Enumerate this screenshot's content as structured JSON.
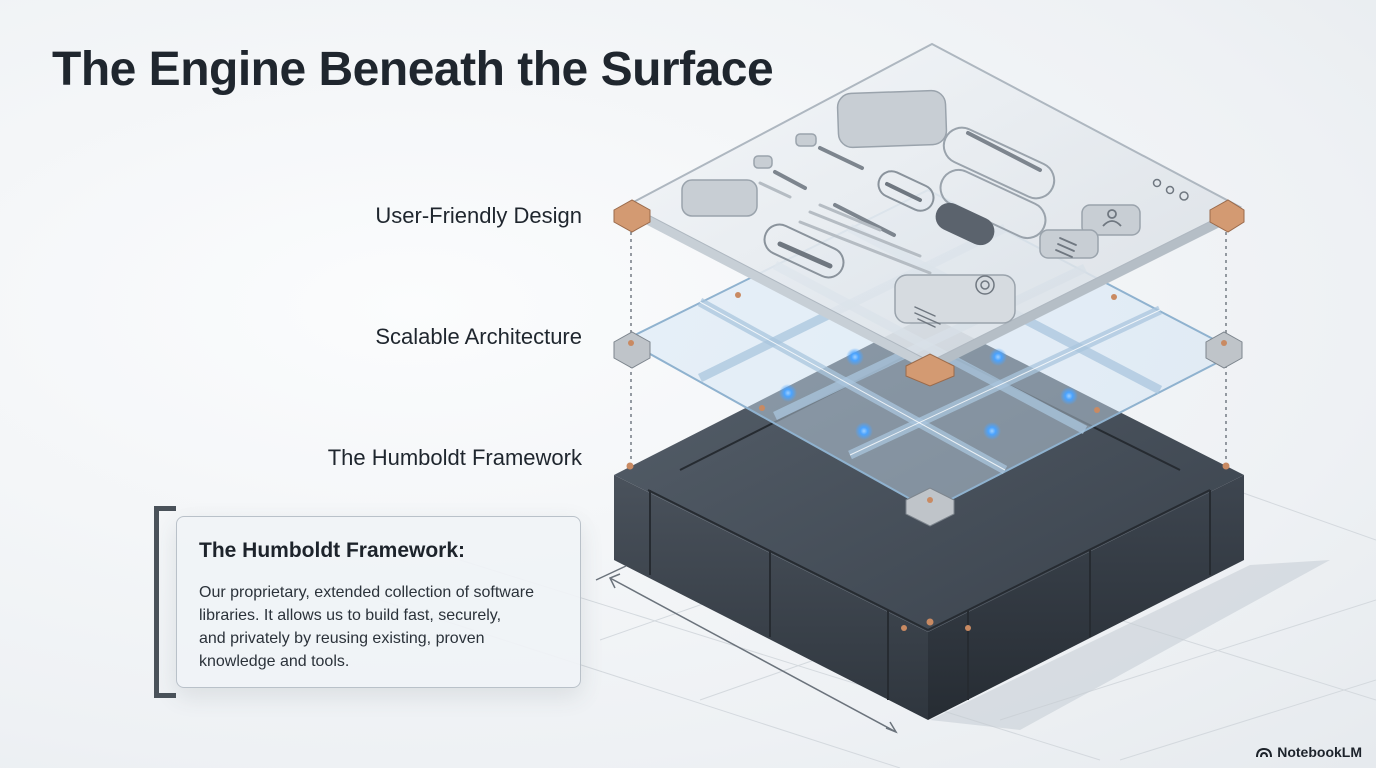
{
  "title": "The Engine Beneath the Surface",
  "layers": [
    {
      "label": "User-Friendly Design"
    },
    {
      "label": "Scalable Architecture"
    },
    {
      "label": "The Humboldt Framework"
    }
  ],
  "callout": {
    "heading": "The Humboldt Framework:",
    "body_lines": [
      "Our proprietary, extended collection of software",
      "libraries. It allows us to build fast, securely,",
      "and privately by reusing existing, proven",
      "knowledge and tools."
    ]
  },
  "brand": {
    "name": "NotebookLM",
    "icon": "notebooklm-logo-icon"
  },
  "colors": {
    "title": "#1f262e",
    "block": "#3d4550",
    "accent_copper": "#c98a62",
    "node_glow": "#4aa3ff"
  }
}
